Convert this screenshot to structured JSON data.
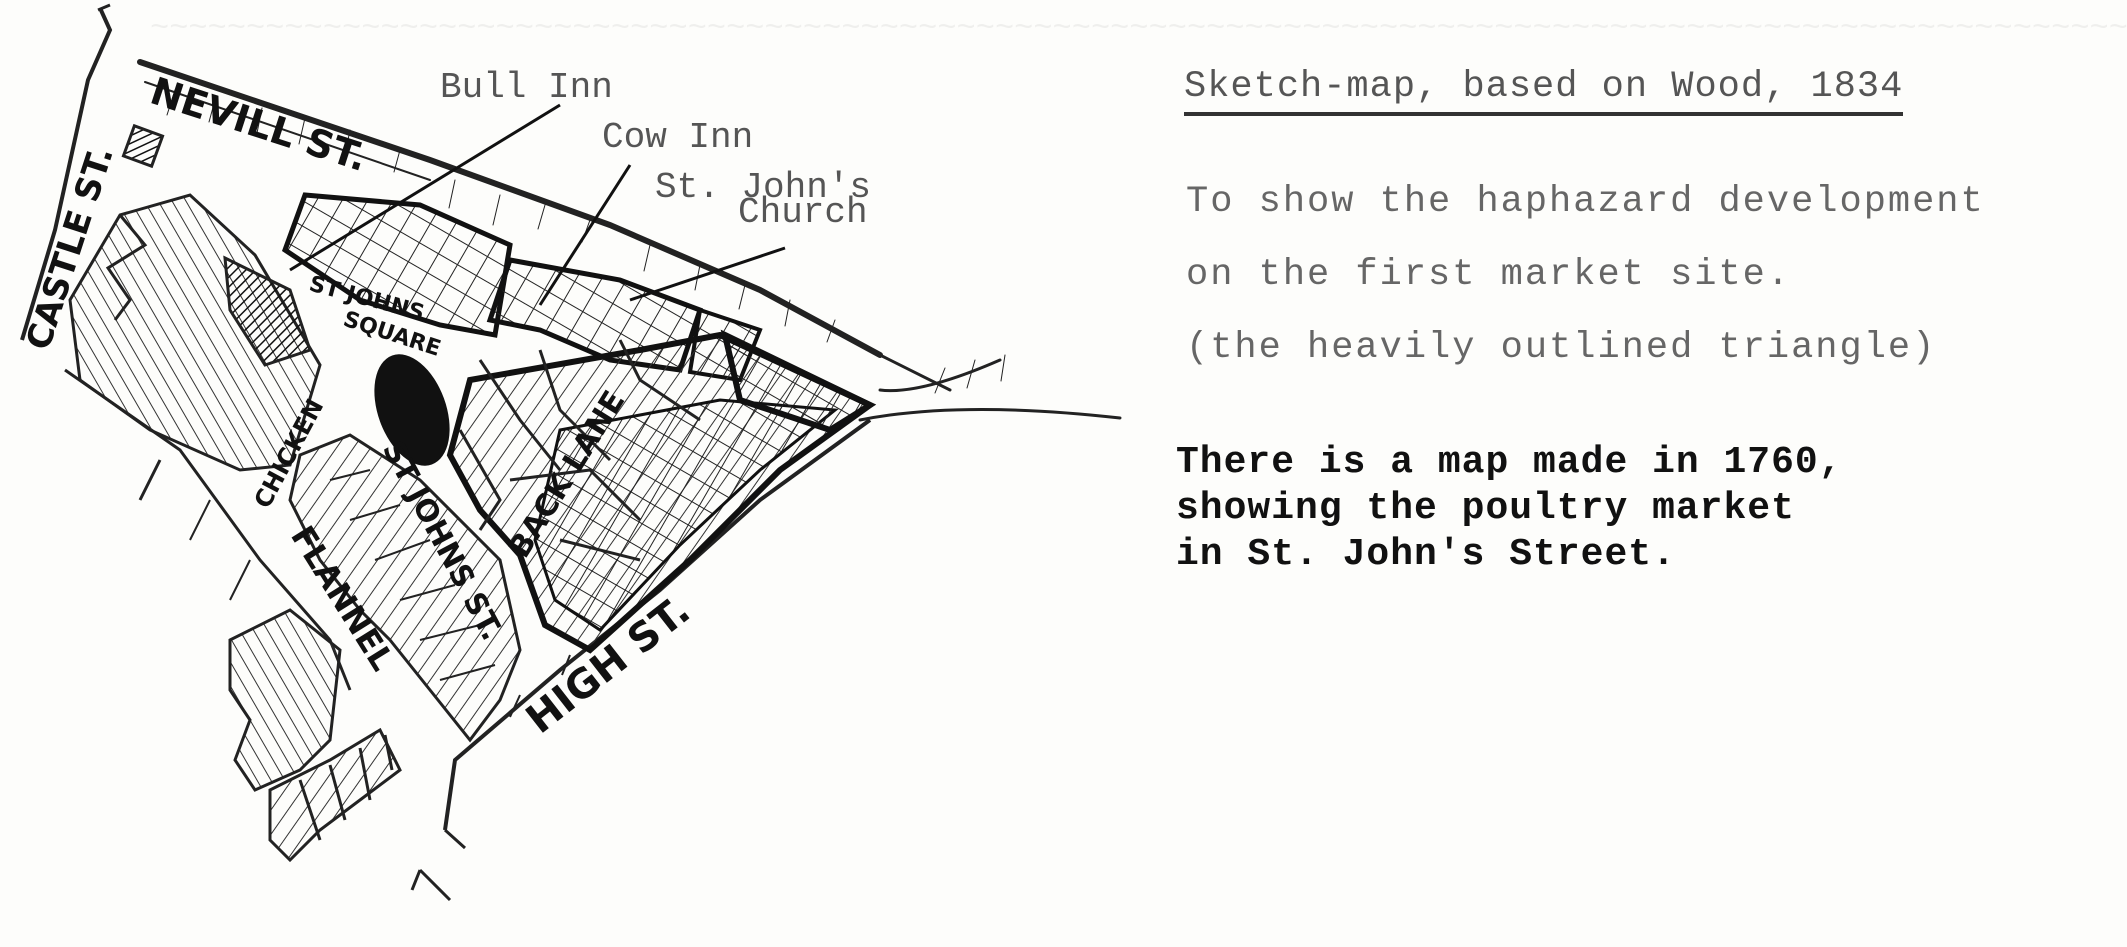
{
  "map": {
    "labels": {
      "bull_inn": "Bull Inn",
      "cow_inn": "Cow Inn",
      "st_johns": "St. John's",
      "church": "Church",
      "castle_st": "CASTLE ST.",
      "nevill_st": "NEVILL ST.",
      "st_johns_square_1": "ST JOHNS",
      "st_johns_square_2": "SQUARE",
      "chicken": "CHICKEN",
      "st_johns_st": "ST JOHNS ST.",
      "back_lane": "BACK LANE",
      "flannel": "FLANNEL",
      "high_st": "HIGH ST."
    }
  },
  "caption": {
    "title": "Sketch-map, based on Wood, 1834",
    "lines": [
      "To show the haphazard development",
      "on the first market site.",
      "(the heavily outlined triangle)"
    ]
  },
  "note": {
    "lines": [
      "There is a map made in 1760,",
      "showing the poultry market",
      "in St. John's Street."
    ]
  }
}
